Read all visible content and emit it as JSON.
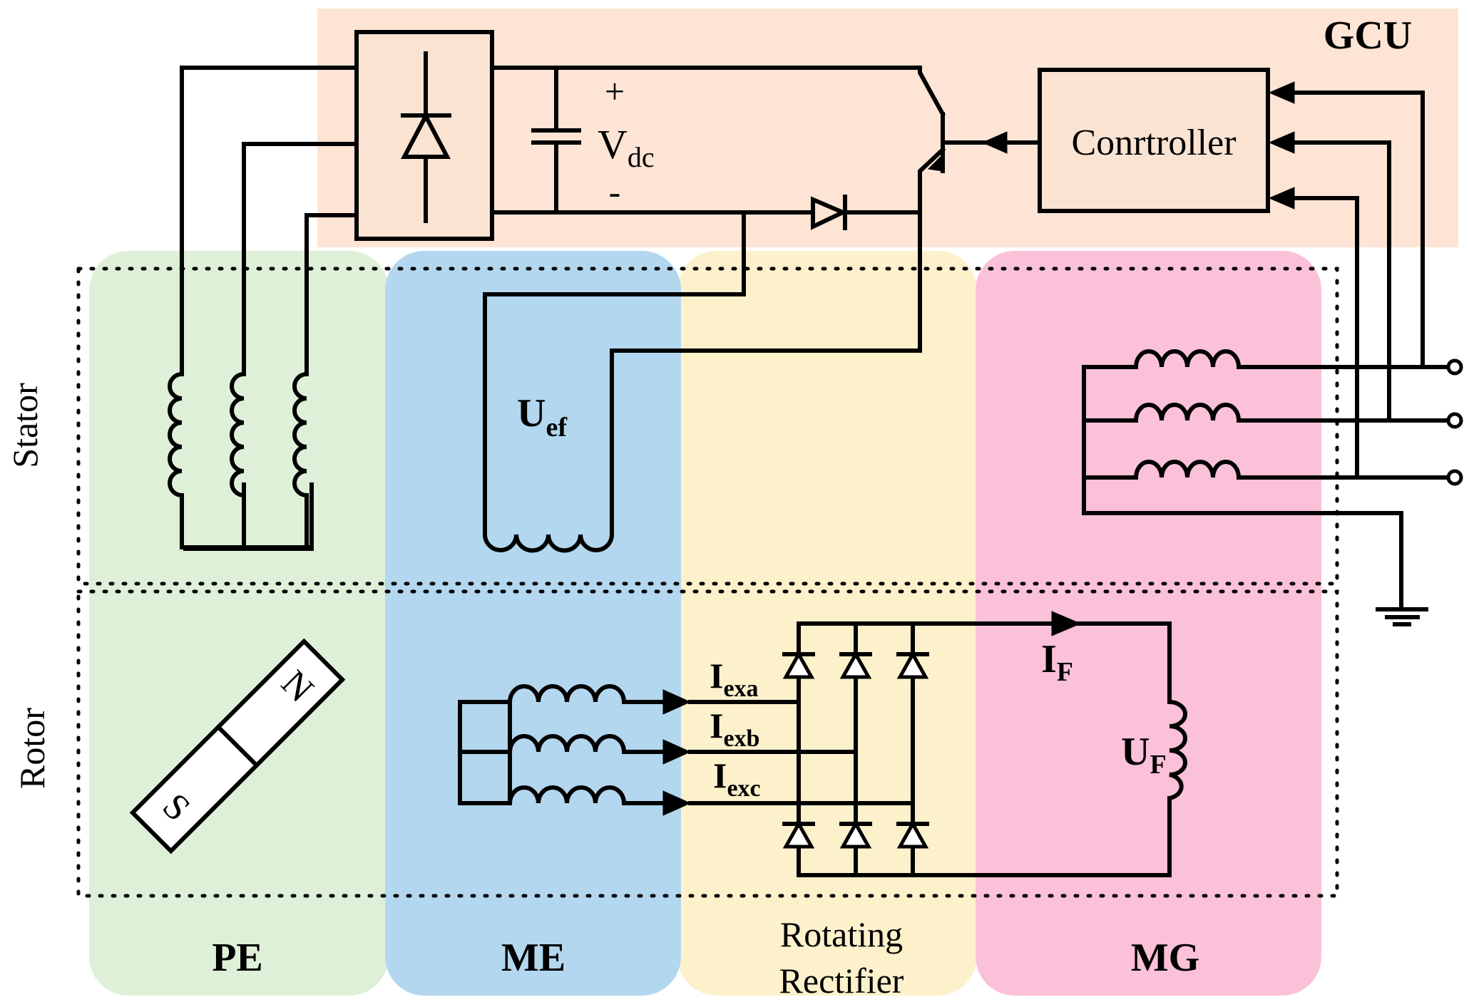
{
  "diagram": {
    "gcu_label": "GCU",
    "controller_label": "Conrtroller",
    "vdc": {
      "symbol": "V",
      "subscript": "dc",
      "plus": "+",
      "minus": "-"
    },
    "uef": {
      "symbol": "U",
      "subscript": "ef"
    },
    "stator_label": "Stator",
    "rotor_label": "Rotor",
    "iexa": {
      "symbol": "I",
      "subscript": "exa"
    },
    "iexb": {
      "symbol": "I",
      "subscript": "exb"
    },
    "iexc": {
      "symbol": "I",
      "subscript": "exc"
    },
    "if": {
      "symbol": "I",
      "subscript": "F"
    },
    "uf": {
      "symbol": "U",
      "subscript": "F"
    },
    "magnet": {
      "north": "N",
      "south": "S"
    },
    "regions": [
      {
        "label": "PE",
        "color": "#dff0d8"
      },
      {
        "label": "ME",
        "color": "#b3d7ef"
      },
      {
        "label": "Rotating",
        "label2": "Rectifier",
        "color": "#fdf1cc"
      },
      {
        "label": "MG",
        "color": "#fbc1d8"
      }
    ],
    "gcu_color": "#fde4d4",
    "box_fill": "#fbe3d2"
  }
}
